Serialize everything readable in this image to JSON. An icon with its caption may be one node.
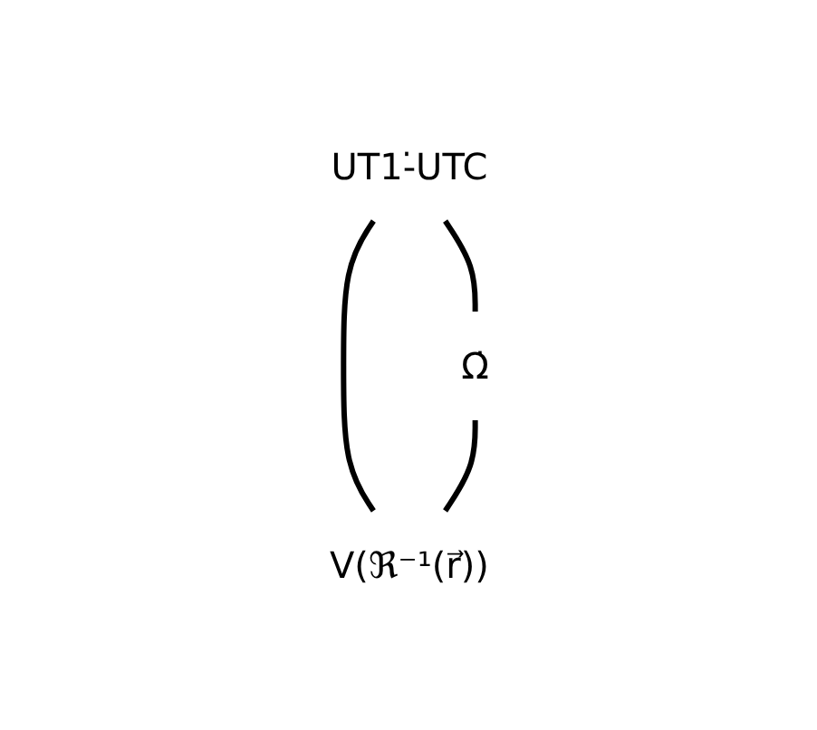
{
  "diagram": {
    "nodes": [
      {
        "text": [
          "UT1-̇UTC"
        ]
      },
      {
        "text": [
          "Ω̇"
        ]
      },
      {
        "text": [
          "V(ℜ⁻¹(r⃗))"
        ]
      }
    ],
    "edges": [
      {
        "from": 0,
        "to": 1,
        "arrow": "none"
      },
      {
        "from": 0,
        "to": 2,
        "arrow": "none"
      },
      {
        "from": 1,
        "to": 2,
        "arrow": "none"
      }
    ]
  }
}
